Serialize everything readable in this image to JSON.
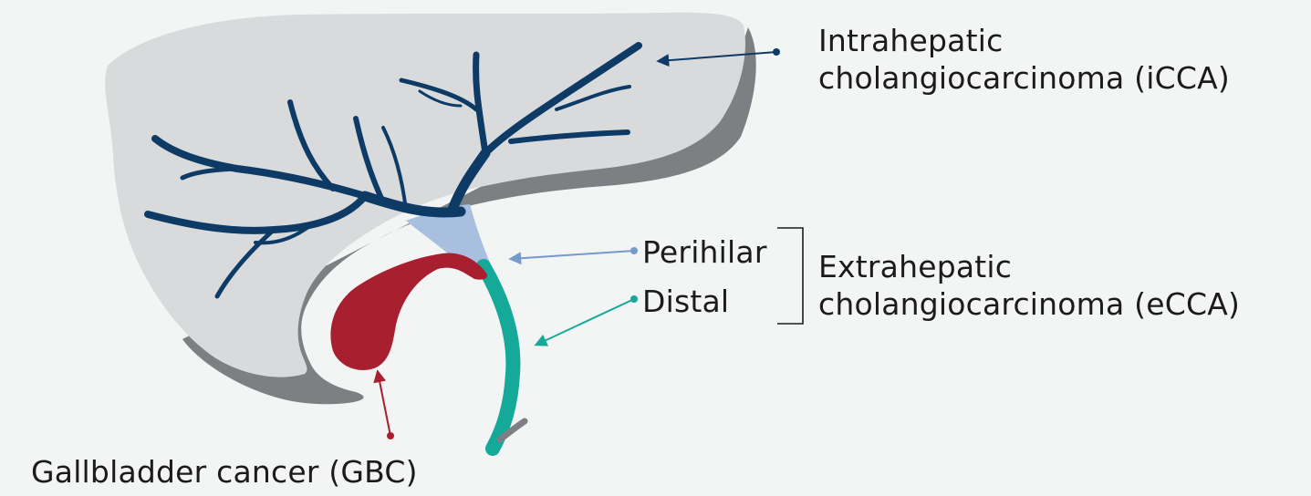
{
  "labels": {
    "icca": {
      "line1": "Intrahepatic",
      "line2": "cholangiocarcinoma (iCCA)"
    },
    "perihilar": "Perihilar",
    "distal": "Distal",
    "ecca": {
      "line1": "Extrahepatic",
      "line2": "cholangiocarcinoma (eCCA)"
    },
    "gbc": "Gallbladder cancer (GBC)"
  },
  "colors": {
    "background": "#f3f4f4",
    "liver_surface": "#d9dadc",
    "liver_shadow": "#7e7f82",
    "intrahepatic_ducts": "#0e3b66",
    "perihilar_region": "#a8bfe0",
    "distal_duct": "#15a99a",
    "gallbladder": "#a82030",
    "icca_pointer": "#0e3b66",
    "perihilar_pointer": "#7799cc",
    "distal_pointer": "#15a99a",
    "gbc_pointer": "#a82030",
    "bracket": "#1b1b1b"
  }
}
